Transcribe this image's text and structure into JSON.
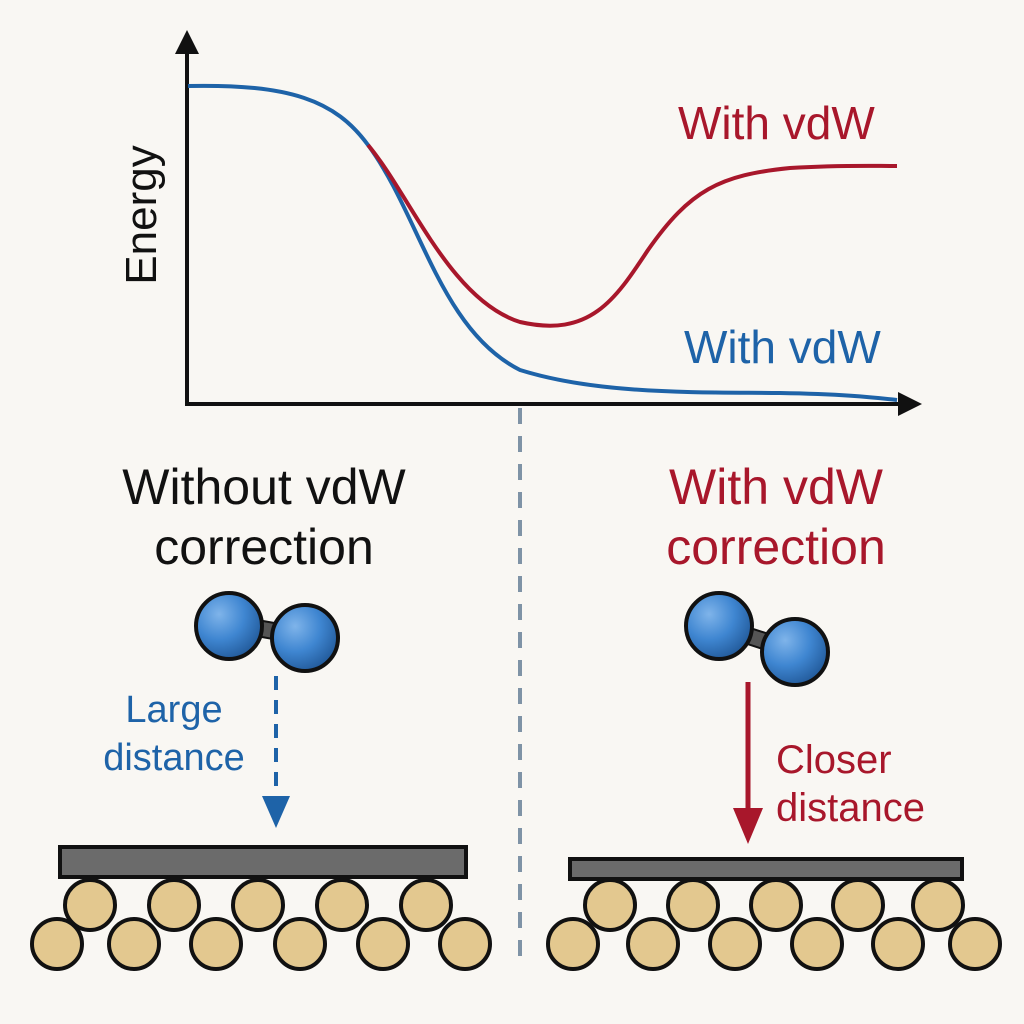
{
  "colors": {
    "background": "#f9f7f3",
    "red": "#a8172b",
    "blue": "#1e63a8",
    "axis": "#111111",
    "divider": "#7f93a6",
    "surface_plate": "#6b6b6b",
    "atom_fill": "#e3c88f",
    "molecule_fill": "#3f86d1"
  },
  "chart": {
    "y_axis_label": "Energy",
    "curve_label_red": "With vdW",
    "curve_label_blue": "With vdW"
  },
  "left_panel": {
    "title_line1": "Without vdW",
    "title_line2": "correction",
    "distance_line1": "Large",
    "distance_line2": "distance"
  },
  "right_panel": {
    "title_line1": "With vdW",
    "title_line2": "correction",
    "distance_line1": "Closer",
    "distance_line2": "distance"
  }
}
